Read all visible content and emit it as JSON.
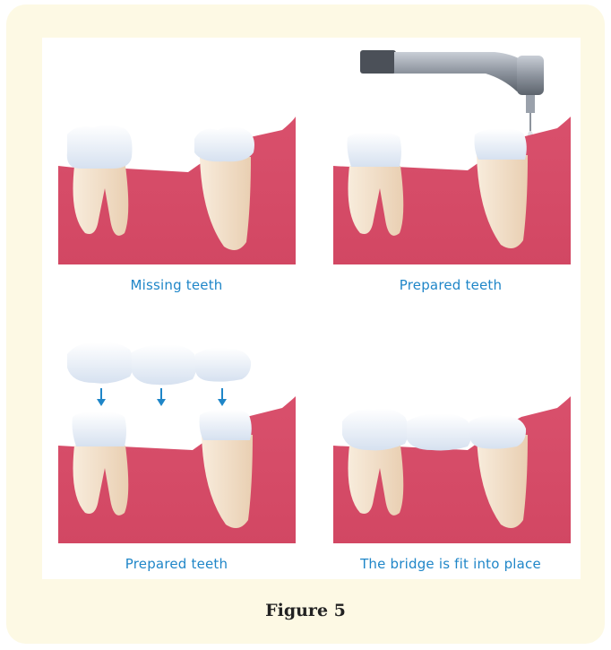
{
  "panels": [
    {
      "caption": "Missing teeth"
    },
    {
      "caption": "Prepared teeth"
    },
    {
      "caption": "Prepared teeth"
    },
    {
      "caption": "The bridge is fit into place"
    }
  ],
  "figure": {
    "label": "Figure 5"
  },
  "colors": {
    "gum": "#d9506c",
    "gum_light": "#e57a8f",
    "enamel": "#eef3fb",
    "root": "#f3dfc8",
    "arrow": "#1f86c8",
    "caption": "#1f86c8",
    "background": "#fdf9e4"
  }
}
